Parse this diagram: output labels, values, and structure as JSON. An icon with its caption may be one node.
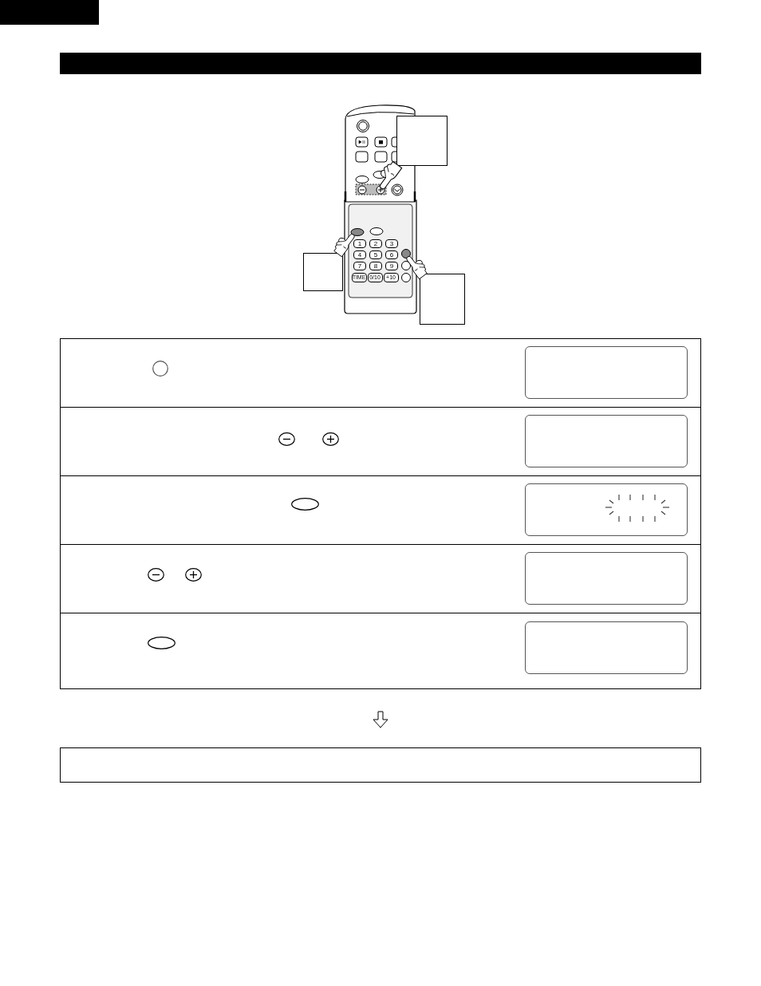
{
  "diagram": {
    "nodes": [
      {
        "text": [],
        "shape": "bar"
      },
      {
        "text": [],
        "shape": "bar"
      },
      {
        "text": [],
        "shape": "box"
      },
      {
        "text": [],
        "shape": "box"
      },
      {
        "text": [],
        "shape": "box"
      },
      {
        "text": [],
        "shape": "box"
      },
      {
        "text": [],
        "shape": "box",
        "in": 5
      },
      {
        "text": [],
        "shape": "box",
        "in": 6
      },
      {
        "text": [],
        "shape": "box",
        "in": 5
      },
      {
        "text": [],
        "shape": "box",
        "in": 8
      },
      {
        "text": [],
        "shape": "box",
        "in": 5
      },
      {
        "text": [],
        "shape": "box",
        "in": 10
      },
      {
        "text": [],
        "shape": "box",
        "in": 5
      },
      {
        "text": [],
        "shape": "box",
        "in": 12
      },
      {
        "text": [],
        "shape": "box",
        "in": 5
      },
      {
        "text": [],
        "shape": "box",
        "in": 14
      },
      {
        "text": [],
        "shape": "box"
      }
    ],
    "edges": [
      {
        "from": 5,
        "to": 16,
        "arrow": "to"
      }
    ],
    "labels": [
      "1",
      "2",
      "3",
      "4",
      "5",
      "6",
      "7",
      "8",
      "9",
      "TIME",
      "0/10",
      "+10"
    ]
  }
}
